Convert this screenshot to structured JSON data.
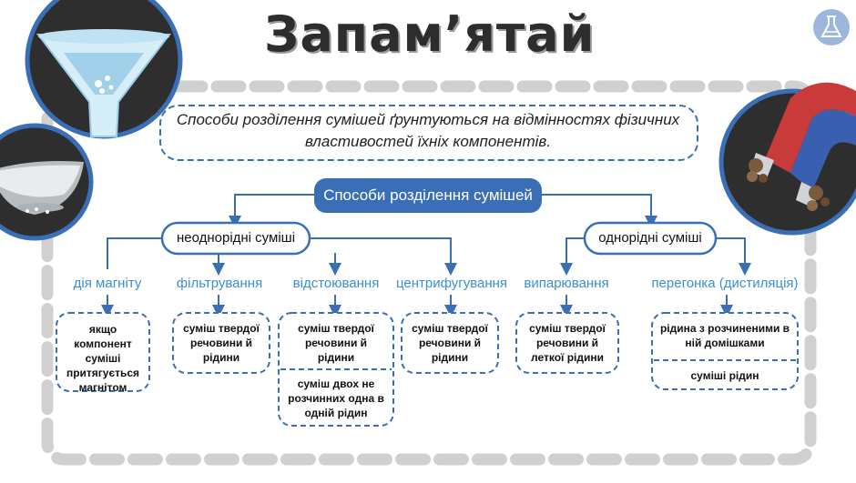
{
  "title": "Запам’ятай",
  "intro": "Способи розділення сумішей ґрунтуються на відмінностях фізичних властивостей їхніх компонентів.",
  "main_node": "Способи розділення сумішей",
  "groups": {
    "heterogeneous": "неоднорідні суміші",
    "homogeneous": "однорідні суміші"
  },
  "methods": {
    "magnet": "дія магніту",
    "filtration": "фільтрування",
    "settling": "відстоювання",
    "centrifugation": "центрифугування",
    "evaporation": "випарювання",
    "distillation": "перегонка (дистиляція)"
  },
  "descriptions": {
    "magnet": "якщо компонент суміші притягується магнітом",
    "filtration": "суміш твердої речовини й рідини",
    "settling_1": "суміш твердої речовини й рідини",
    "settling_2": "суміш двох не розчинних одна в одній рідин",
    "centrifugation": "суміш твердої речовини й рідини",
    "evaporation": "суміш твердої речовини й леткої рідини",
    "distillation_1": "рідина з розчиненими в ній домішками",
    "distillation_2": "суміші рідин"
  },
  "colors": {
    "accent_blue": "#3a6fb6",
    "method_blue": "#3b8fd3",
    "frame_grey": "#d0d0d0",
    "dark_circle": "#2e2e2e"
  },
  "icons": {
    "corner": "flask-icon",
    "funnel": "funnel-icon",
    "dish": "evaporating-dish-icon",
    "magnet": "horseshoe-magnet-icon"
  }
}
